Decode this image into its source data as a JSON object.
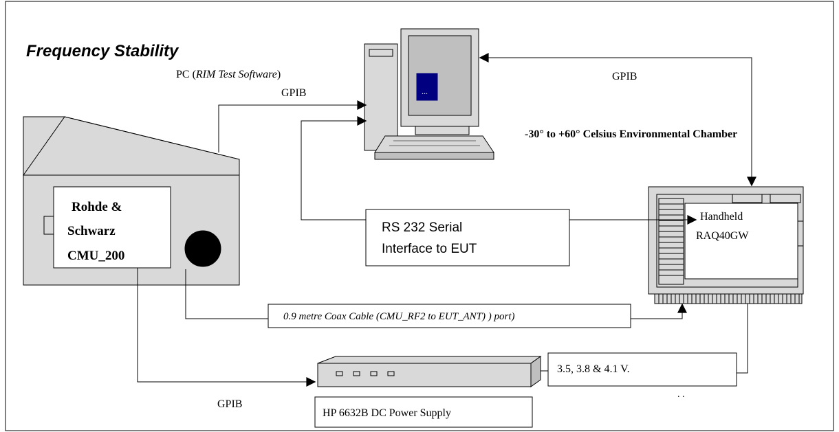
{
  "title": "Frequency Stability",
  "pc": {
    "label_prefix": "PC (",
    "label_software": "RIM Test Software",
    "label_suffix": ")",
    "screen_text": "..."
  },
  "links": {
    "gpib_pc": "GPIB",
    "gpib_chamber": "GPIB",
    "gpib_power": "GPIB"
  },
  "chamber_label": "-30° to +60° Celsius Environmental Chamber",
  "cmu": {
    "line1": "Rohde &",
    "line2": "Schwarz",
    "line3": "CMU_200"
  },
  "serial": {
    "line1": "RS 232 Serial",
    "line2": "Interface to EUT"
  },
  "eut": {
    "line1": "Handheld",
    "line2": "RAQ40GW"
  },
  "coax_label": "0.9 metre Coax Cable (CMU_RF2 to EUT_ANT) ) port)",
  "voltage_label": "3.5, 3.8 & 4.1 V.",
  "power_supply_label": "HP 6632B DC Power Supply"
}
